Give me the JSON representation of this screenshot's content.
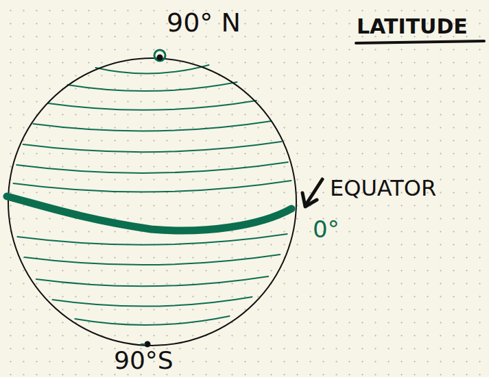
{
  "diagram": {
    "title": "LATITUDE",
    "labels": [
      "90° N",
      "EQUATOR",
      "0°",
      "90°S"
    ]
  }
}
